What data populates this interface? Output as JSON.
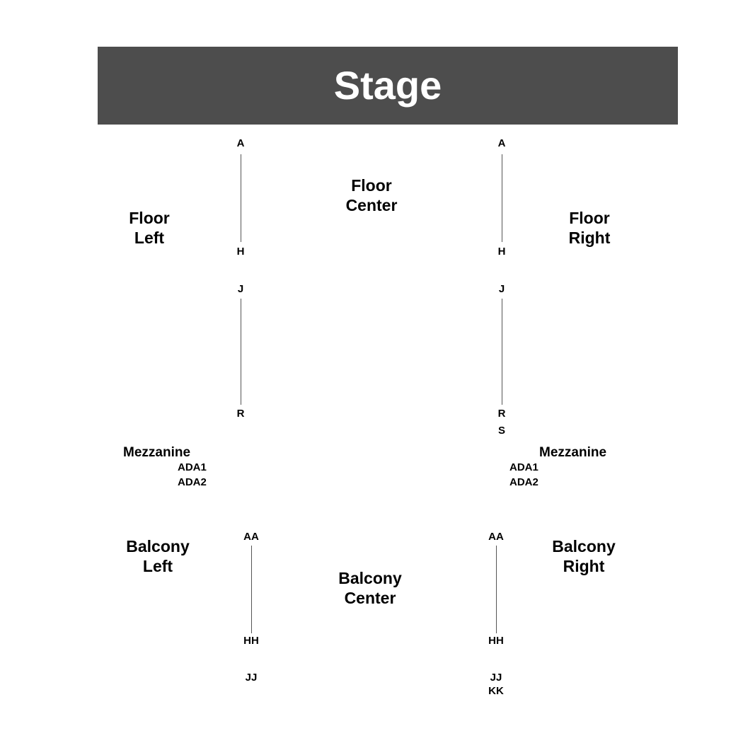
{
  "colors": {
    "stage_fill": "#4d4d4d",
    "stage_text": "#ffffff",
    "line": "#555555",
    "text": "#000000"
  },
  "stage": {
    "label": "Stage"
  },
  "floor": {
    "left": {
      "line1": "Floor",
      "line2": "Left"
    },
    "center": {
      "line1": "Floor",
      "line2": "Center"
    },
    "right": {
      "line1": "Floor",
      "line2": "Right"
    },
    "left_aisle": {
      "front_start": "A",
      "front_end": "H",
      "rear_start": "J",
      "rear_end": "R"
    },
    "right_aisle": {
      "front_start": "A",
      "front_end": "H",
      "rear_start": "J",
      "rear_end": "R",
      "extra": "S"
    }
  },
  "mezzanine": {
    "left": {
      "label": "Mezzanine",
      "ada1": "ADA1",
      "ada2": "ADA2"
    },
    "right": {
      "label": "Mezzanine",
      "ada1": "ADA1",
      "ada2": "ADA2"
    }
  },
  "balcony": {
    "left": {
      "line1": "Balcony",
      "line2": "Left"
    },
    "center": {
      "line1": "Balcony",
      "line2": "Center"
    },
    "right": {
      "line1": "Balcony",
      "line2": "Right"
    },
    "left_aisle": {
      "start": "AA",
      "end": "HH",
      "last": "JJ"
    },
    "right_aisle": {
      "start": "AA",
      "end": "HH",
      "last": "JJ",
      "extra": "KK"
    }
  }
}
